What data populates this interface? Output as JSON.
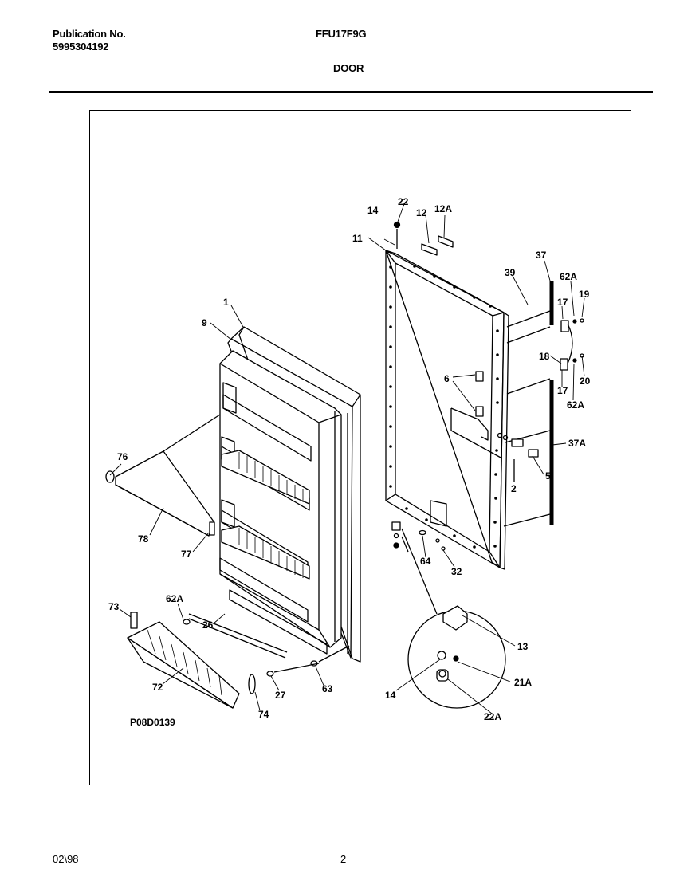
{
  "header": {
    "publication_label": "Publication No.",
    "publication_number": "5995304192",
    "model": "FFU17F9G",
    "section": "DOOR"
  },
  "diagram": {
    "drawing_code": "P08D0139",
    "callouts": [
      "22",
      "14",
      "12",
      "12A",
      "11",
      "37",
      "39",
      "62A",
      "19",
      "17",
      "18",
      "20",
      "17",
      "62A",
      "6",
      "37A",
      "5",
      "2",
      "64",
      "32",
      "1",
      "9",
      "76",
      "78",
      "77",
      "73",
      "62A",
      "26",
      "72",
      "74",
      "27",
      "63",
      "13",
      "21A",
      "14",
      "22A"
    ]
  },
  "footer": {
    "date": "02\\98",
    "page": "2"
  }
}
